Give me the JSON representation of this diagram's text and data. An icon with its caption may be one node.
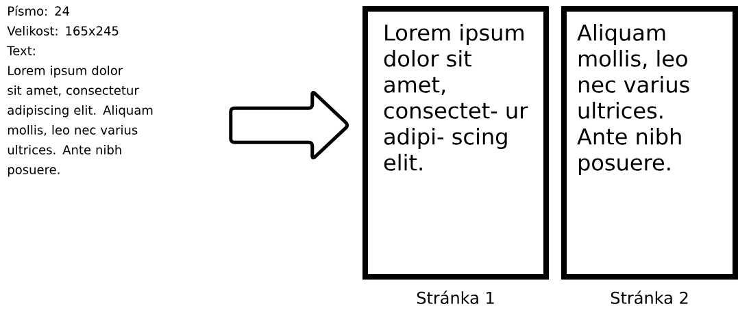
{
  "diagram": {
    "nodes": [
      {
        "text": [
          "Písmo: 24",
          "Velikost: 165x245",
          "Text:",
          "Lorem ipsum dolor sit amet, consectetur adipiscing elit. Aliquam mollis, leo nec varius ultrices. Ante nibh posuere."
        ]
      },
      {
        "text": [
          "Lorem ipsum dolor sit amet, consectet- ur adipi- scing elit."
        ],
        "beside": [
          "Stránka 1"
        ]
      },
      {
        "text": [
          "Aliquam mollis, leo nec varius ultrices. Ante nibh posuere."
        ],
        "beside": [
          "Stránka 2"
        ]
      }
    ],
    "edges": [
      {
        "from": 0,
        "to": 1,
        "arrow": "to"
      }
    ]
  }
}
